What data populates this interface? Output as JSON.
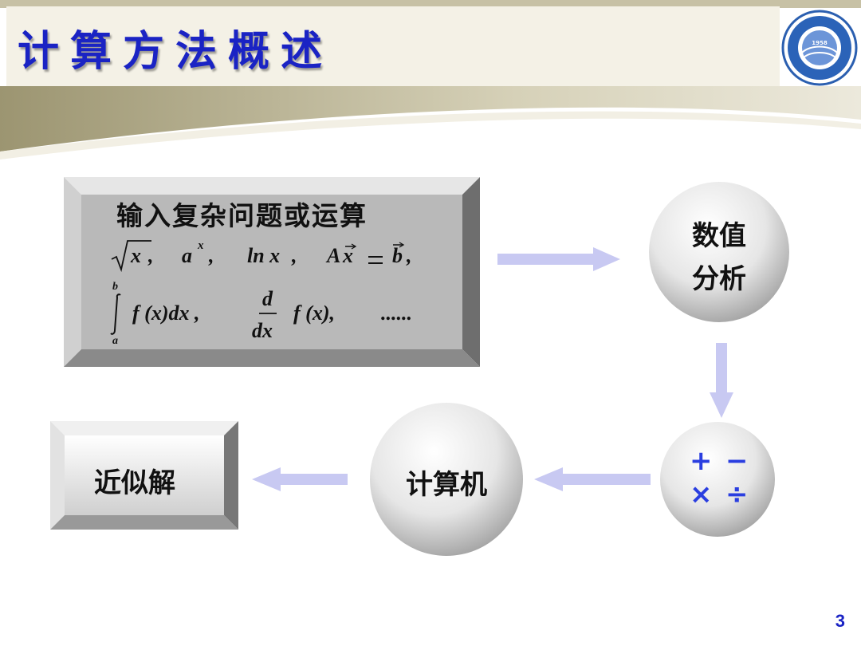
{
  "slide": {
    "title": "计算方法概述",
    "page_number": "3"
  },
  "input_box": {
    "heading": "输入复杂问题或运算",
    "formula_row1": [
      "x",
      "a",
      "x",
      "ln x",
      "A",
      "x",
      "b"
    ],
    "formula_row2": {
      "integral_upper": "b",
      "integral_lower": "a",
      "integrand": "f (x)dx ,",
      "deriv_num": "d",
      "deriv_den": "dx",
      "deriv_fn": "f (x),",
      "ellipsis": "......"
    }
  },
  "numerical_analysis": {
    "line1": "数值",
    "line2": "分析"
  },
  "operators": {
    "plus": "+",
    "minus": "−",
    "times": "×",
    "divide": "÷"
  },
  "computer": {
    "label": "计算机"
  },
  "result": {
    "label": "近似解"
  },
  "logo": {
    "year": "1958"
  },
  "colors": {
    "title": "#1a23c4",
    "arrow": "#c8c9f2",
    "ops": "#2a3ee0"
  }
}
